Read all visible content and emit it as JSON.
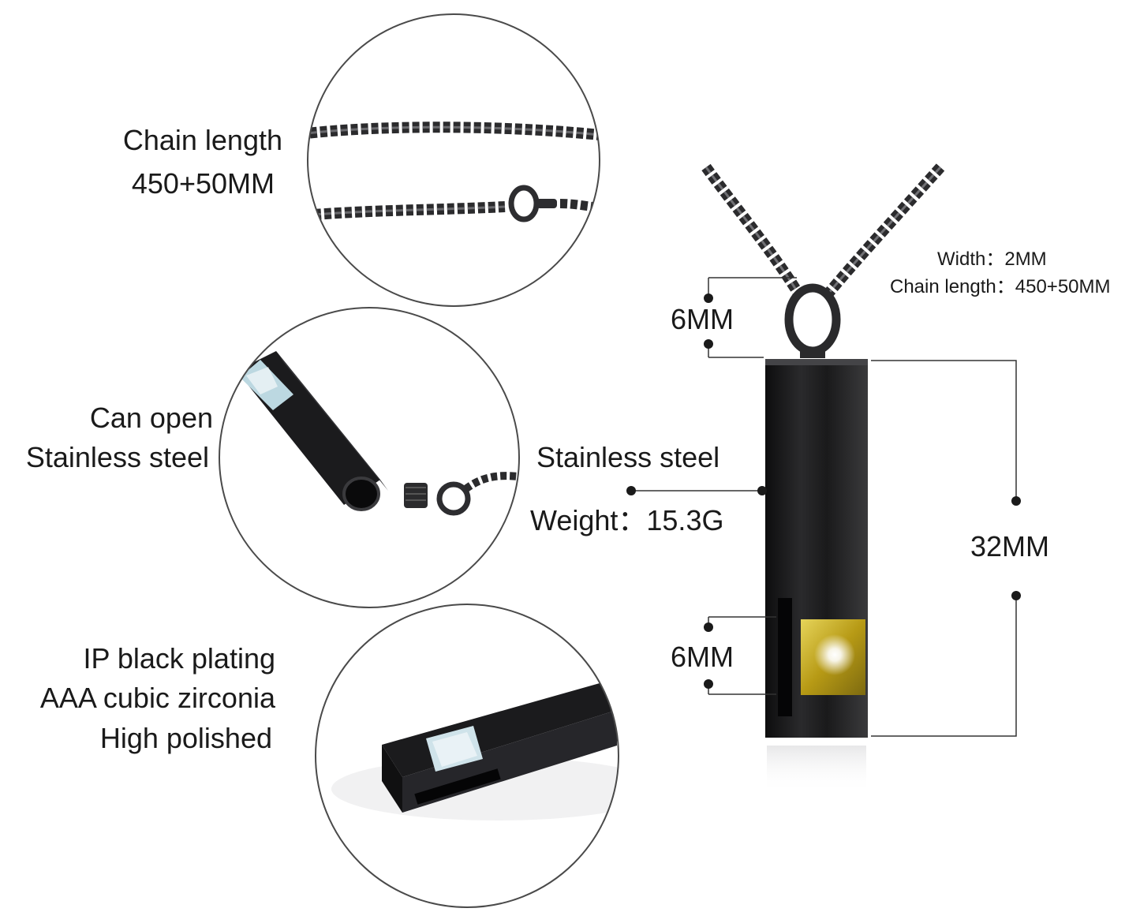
{
  "left_labels": {
    "chain": [
      "Chain length",
      "450+50MM"
    ],
    "open": [
      "Can open",
      "Stainless steel"
    ],
    "plating": [
      "IP black plating",
      "AAA cubic zirconia",
      "High polished"
    ]
  },
  "pendant_specs": {
    "width": "Width：2MM",
    "chain_length": "Chain length：450+50MM",
    "bail_height": "6MM",
    "stone_height": "6MM",
    "body_height": "32MM",
    "material": "Stainless steel",
    "weight": "Weight：15.3G"
  },
  "colors": {
    "pendant": "#1c1c1e",
    "stone_yellow": "#c7b22a",
    "stone_clear": "#cfe3ea",
    "circle_border": "#4a4a4a"
  }
}
